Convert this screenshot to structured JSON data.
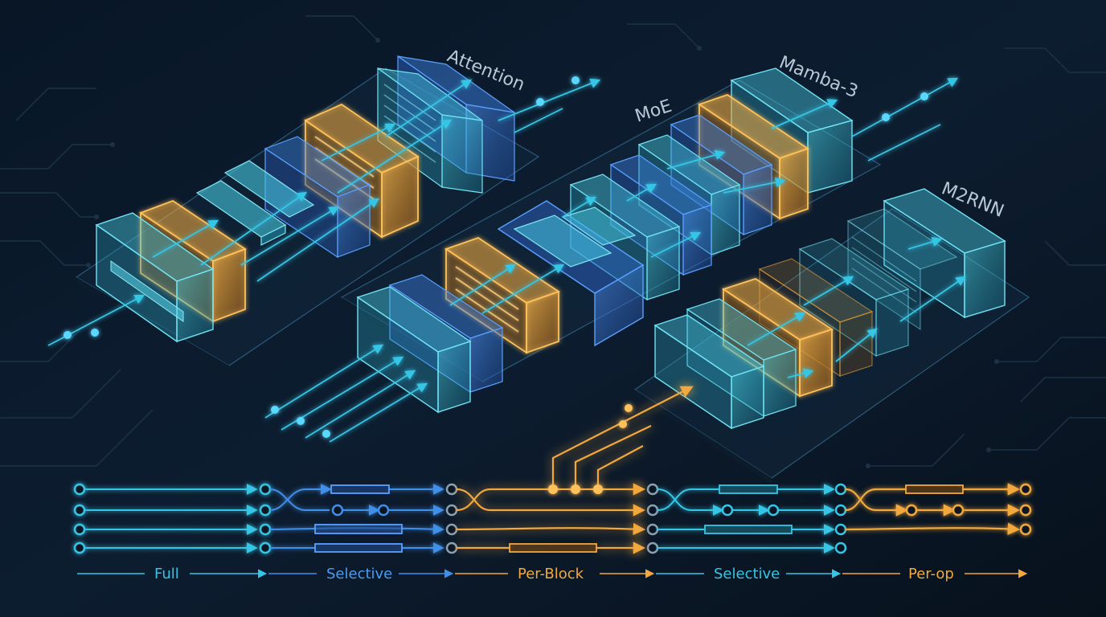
{
  "labels": {
    "attention": "Attention",
    "moe": "MoE",
    "mamba": "Mamba-3",
    "m2rnn": "M2RNN"
  },
  "legend": [
    {
      "id": "full",
      "label": "Full",
      "color": "#35c6e6"
    },
    {
      "id": "selective-1",
      "label": "Selective",
      "color": "#3f8fe8"
    },
    {
      "id": "per-block",
      "label": "Per-Block",
      "color": "#f2a83c"
    },
    {
      "id": "selective-2",
      "label": "Selective",
      "color": "#35c6e6"
    },
    {
      "id": "per-op",
      "label": "Per-op",
      "color": "#f2a83c"
    }
  ],
  "colors": {
    "background": "#0a1422",
    "cyan": "#35c6e6",
    "blue": "#3f8fe8",
    "orange": "#f2a83c",
    "circuit": "#1d3247"
  },
  "icons": {
    "flow-arrow": "arrow-icon",
    "node": "node-dot-icon"
  }
}
